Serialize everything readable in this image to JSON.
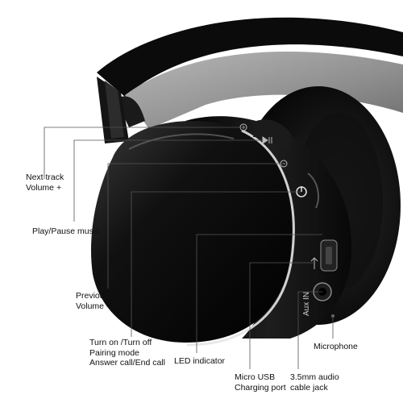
{
  "labels": {
    "next_track": [
      "Next  track",
      "Volume +"
    ],
    "play_pause": "Play/Pause music",
    "previous_track": [
      "Previous track",
      "Volume -"
    ],
    "power": [
      "Turn on /Turn off",
      "Pairing mode",
      "Answer call/End call"
    ],
    "led": "LED indicator",
    "micro_usb": [
      "Micro USB",
      "Charging port"
    ],
    "aux_jack": [
      "3.5mm audio",
      "cable jack"
    ],
    "microphone": "Microphone"
  },
  "device_markings": {
    "aux_in": "Aux IN"
  },
  "colors": {
    "leader_line": "#555555",
    "shell": "#0d0d0d",
    "headband_pad": "#9a9a9a"
  },
  "icons": [
    "plus-icon",
    "play-pause-icon",
    "minus-icon",
    "power-icon",
    "usb-icon"
  ]
}
